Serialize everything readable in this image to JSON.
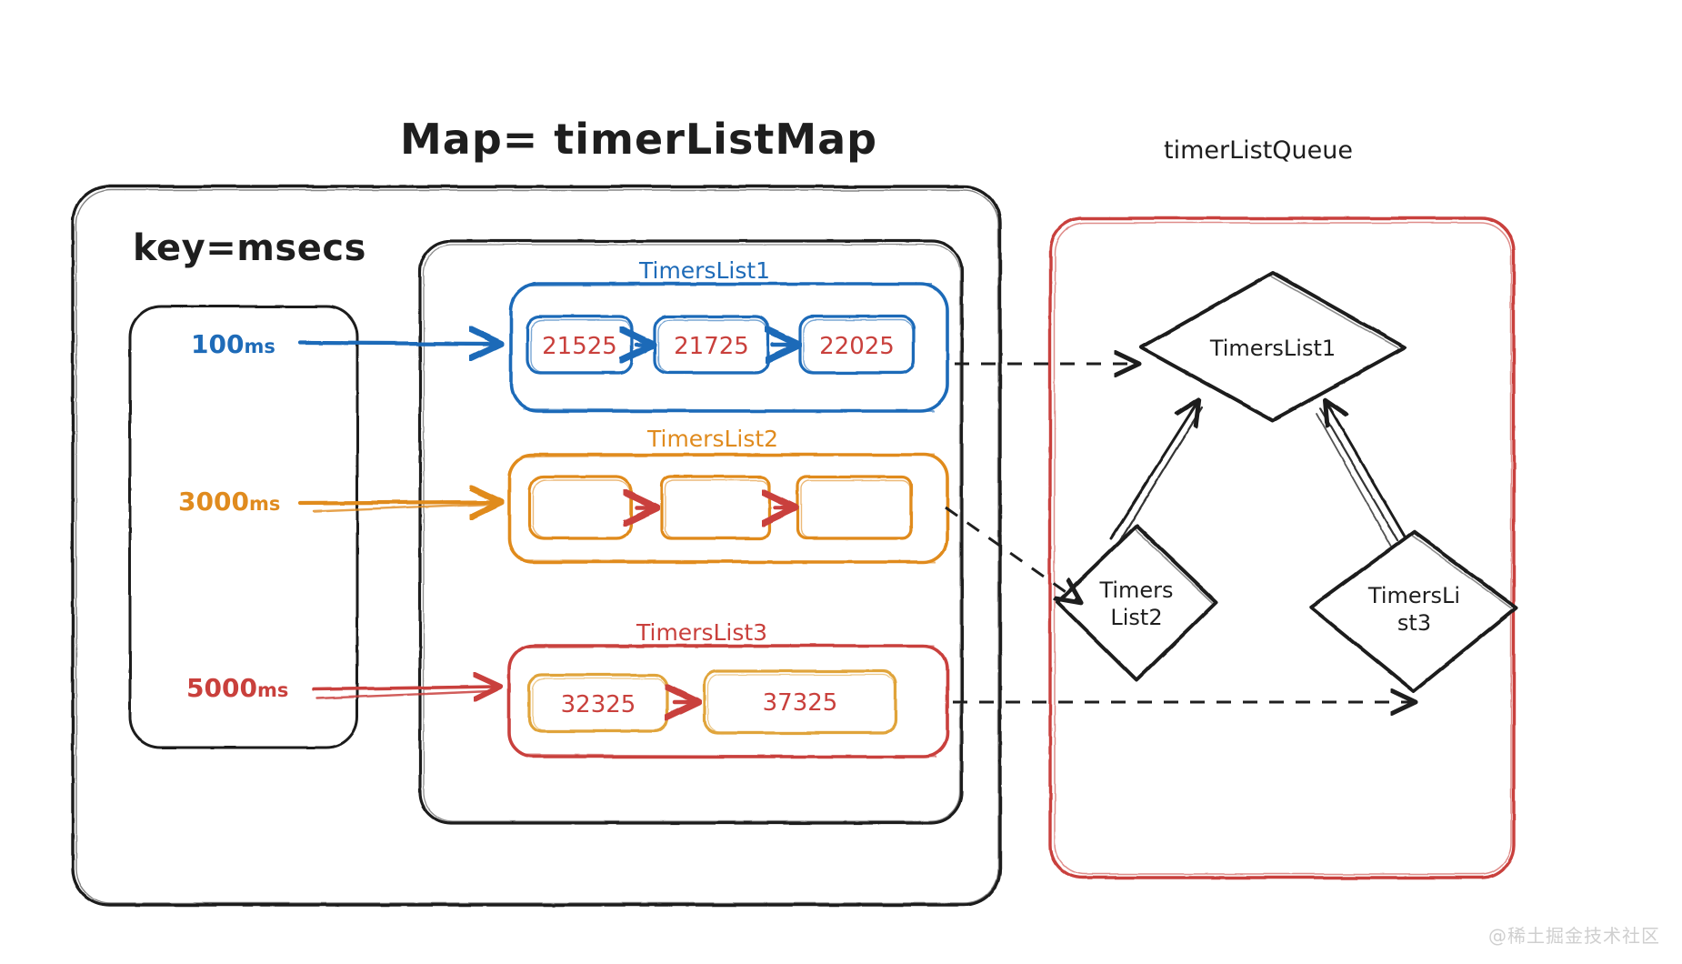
{
  "diagram": {
    "title": "Map= timerListMap",
    "queue_title": "timerListQueue",
    "key_label": "key=msecs",
    "watermark": "@稀土掘金技术社区",
    "colors": {
      "blue": "#1e6bb8",
      "orange": "#e08b1e",
      "red": "#c9403c",
      "black": "#1e1e1e",
      "background": "#ffffff",
      "watermark": "#cfcfcf"
    }
  },
  "keys": [
    {
      "value": "100",
      "unit": "ms",
      "color": "#1e6bb8"
    },
    {
      "value": "3000",
      "unit": "ms",
      "color": "#e08b1e"
    },
    {
      "value": "5000",
      "unit": "ms",
      "color": "#c9403c"
    }
  ],
  "timer_lists": [
    {
      "name": "TimersList1",
      "color": "#1e6bb8",
      "cell_border": "#1e6bb8",
      "cells": [
        {
          "value": "21525"
        },
        {
          "value": "21725"
        },
        {
          "value": "22025"
        }
      ]
    },
    {
      "name": "TimersList2",
      "color": "#e08b1e",
      "cell_border": "#e08b1e",
      "cells": [
        {
          "value": ""
        },
        {
          "value": ""
        },
        {
          "value": ""
        }
      ]
    },
    {
      "name": "TimersList3",
      "color": "#c9403c",
      "cell_border": "#e0a43a",
      "cells": [
        {
          "value": "32325"
        },
        {
          "value": "37325"
        }
      ]
    }
  ],
  "queue_nodes": [
    {
      "id": "node1",
      "line1": "TimersList1",
      "line2": ""
    },
    {
      "id": "node2",
      "line1": "Timers",
      "line2": "List2"
    },
    {
      "id": "node3",
      "line1": "TimersLi",
      "line2": "st3"
    }
  ]
}
